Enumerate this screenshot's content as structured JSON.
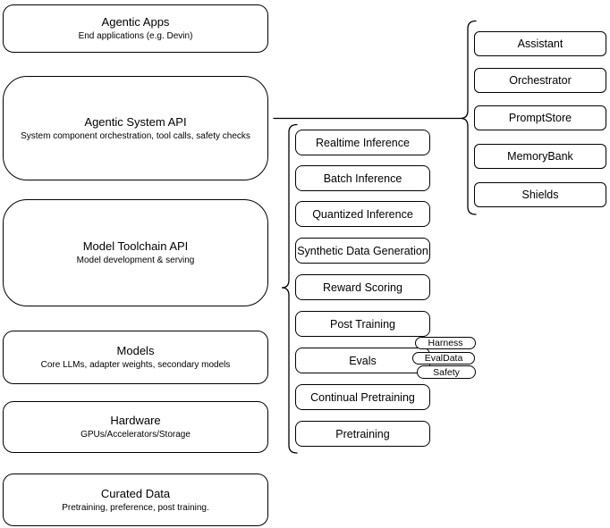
{
  "diagram": {
    "stack_layers": [
      {
        "title": "Agentic Apps",
        "subtitle": "End applications (e.g. Devin)"
      },
      {
        "title": "Agentic System API",
        "subtitle": "System component orchestration, tool calls, safety checks"
      },
      {
        "title": "Model Toolchain API",
        "subtitle": "Model development & serving"
      },
      {
        "title": "Models",
        "subtitle": "Core LLMs, adapter weights, secondary models"
      },
      {
        "title": "Hardware",
        "subtitle": "GPUs/Accelerators/Storage"
      },
      {
        "title": "Curated Data",
        "subtitle": "Pretraining, preference, post training."
      }
    ],
    "toolchain_items": [
      "Realtime Inference",
      "Batch Inference",
      "Quantized Inference",
      "Synthetic Data Generation",
      "Reward Scoring",
      "Post Training",
      "Evals",
      "Continual Pretraining",
      "Pretraining"
    ],
    "eval_tags": [
      "Harness",
      "EvalData",
      "Safety"
    ],
    "system_components": [
      "Assistant",
      "Orchestrator",
      "PromptStore",
      "MemoryBank",
      "Shields"
    ],
    "colors": {
      "stroke": "#000000",
      "fill": "#ffffff",
      "text": "#000000"
    }
  }
}
